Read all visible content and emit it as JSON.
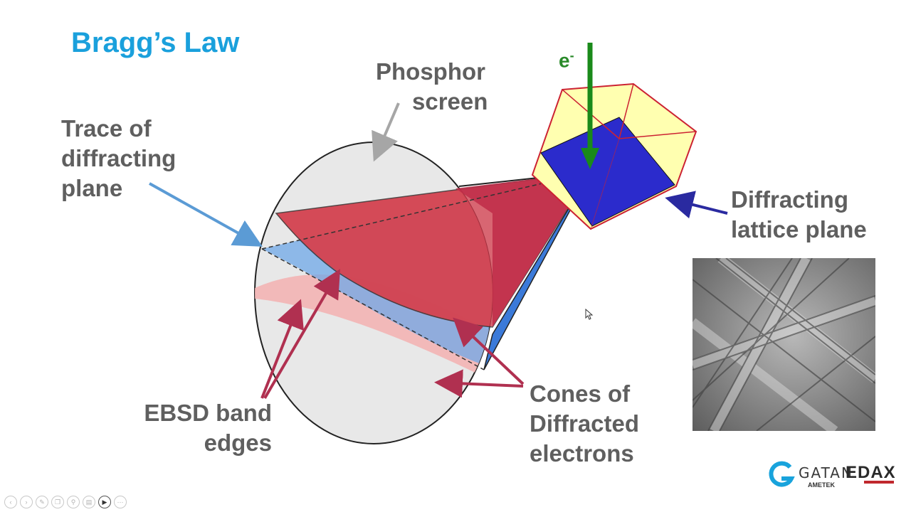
{
  "slide": {
    "title": "Bragg’s Law",
    "labels": {
      "phosphor_line1": "Phosphor",
      "phosphor_line2": "screen",
      "trace_line1": "Trace of",
      "trace_line2": "diffracting",
      "trace_line3": "plane",
      "lattice_line1": "Diffracting",
      "lattice_line2": "lattice plane",
      "ebsd_line1": "EBSD band",
      "ebsd_line2": "edges",
      "cones_line1": "Cones of",
      "cones_line2": "Diffracted",
      "cones_line3": "electrons"
    },
    "electron_label": "e",
    "electron_charge": "-"
  },
  "logos": {
    "gatan": "GATAN",
    "ametek": "AMETEK",
    "edax": "EDAX"
  },
  "colors": {
    "title": "#1aa0dc",
    "label": "#5f5f5f",
    "electron_arrow": "#1a8a1a",
    "cone_red": "#c8323c",
    "cone_blue": "#3b7ad9",
    "crystal_yellow": "#ffffb0",
    "crystal_blue": "#2b2bcc",
    "pointer_red": "#b03050",
    "pointer_blue": "#5b9bd5",
    "pointer_gray": "#a6a6a6",
    "pointer_navy": "#2a2aa0"
  },
  "presenter_controls": [
    "prev-icon",
    "next-icon",
    "pen-icon",
    "copy-icon",
    "zoom-icon",
    "subtitles-icon",
    "camera-icon",
    "more-icon"
  ]
}
